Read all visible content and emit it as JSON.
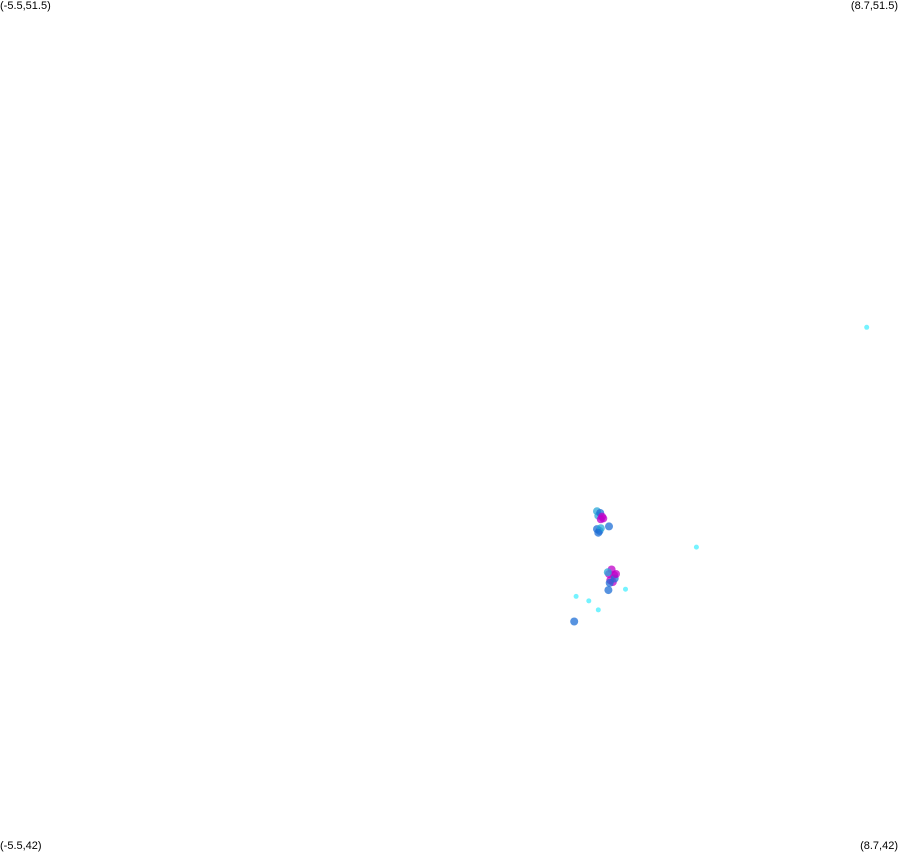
{
  "corners": {
    "top_left": "(-5.5,51.5)",
    "top_right": "(8.7,51.5)",
    "bottom_left": "(-5.5,42)",
    "bottom_right": "(8.7,42)"
  },
  "extent": {
    "lon_min": -5.5,
    "lon_max": 8.7,
    "lat_min": 42,
    "lat_max": 51.5
  },
  "colors": {
    "background": "#ffffff",
    "cyan": "#66f2ff",
    "blue": "#1f6fd6",
    "teal": "#2aa8d8",
    "magenta": "#c000c8"
  },
  "points": [
    {
      "lon": 8.19,
      "lat": 47.85,
      "color": "cyan"
    },
    {
      "lon": 5.5,
      "lat": 45.4,
      "color": "cyan"
    },
    {
      "lon": 3.6,
      "lat": 44.85,
      "color": "cyan"
    },
    {
      "lon": 3.8,
      "lat": 44.8,
      "color": "cyan"
    },
    {
      "lon": 3.95,
      "lat": 44.7,
      "color": "cyan"
    },
    {
      "lon": 4.38,
      "lat": 44.93,
      "color": "cyan"
    },
    {
      "lon": 3.57,
      "lat": 44.57,
      "color": "blue"
    },
    {
      "lon": 4.11,
      "lat": 44.92,
      "color": "blue"
    },
    {
      "lon": 3.93,
      "lat": 45.8,
      "color": "teal"
    },
    {
      "lon": 3.95,
      "lat": 45.75,
      "color": "teal"
    },
    {
      "lon": 3.98,
      "lat": 45.78,
      "color": "blue"
    },
    {
      "lon": 4.01,
      "lat": 45.74,
      "color": "magenta"
    },
    {
      "lon": 3.99,
      "lat": 45.71,
      "color": "magenta"
    },
    {
      "lon": 4.03,
      "lat": 45.72,
      "color": "magenta"
    },
    {
      "lon": 3.93,
      "lat": 45.6,
      "color": "blue"
    },
    {
      "lon": 3.97,
      "lat": 45.58,
      "color": "blue"
    },
    {
      "lon": 3.99,
      "lat": 45.61,
      "color": "teal"
    },
    {
      "lon": 3.95,
      "lat": 45.56,
      "color": "blue"
    },
    {
      "lon": 4.12,
      "lat": 45.63,
      "color": "blue"
    },
    {
      "lon": 4.12,
      "lat": 45.1,
      "color": "magenta"
    },
    {
      "lon": 4.16,
      "lat": 45.15,
      "color": "magenta"
    },
    {
      "lon": 4.2,
      "lat": 45.09,
      "color": "magenta"
    },
    {
      "lon": 4.14,
      "lat": 45.03,
      "color": "magenta"
    },
    {
      "lon": 4.18,
      "lat": 45.01,
      "color": "magenta"
    },
    {
      "lon": 4.21,
      "lat": 45.05,
      "color": "blue"
    },
    {
      "lon": 4.1,
      "lat": 45.12,
      "color": "teal"
    },
    {
      "lon": 4.13,
      "lat": 45.0,
      "color": "blue"
    },
    {
      "lon": 4.23,
      "lat": 45.1,
      "color": "magenta"
    }
  ]
}
